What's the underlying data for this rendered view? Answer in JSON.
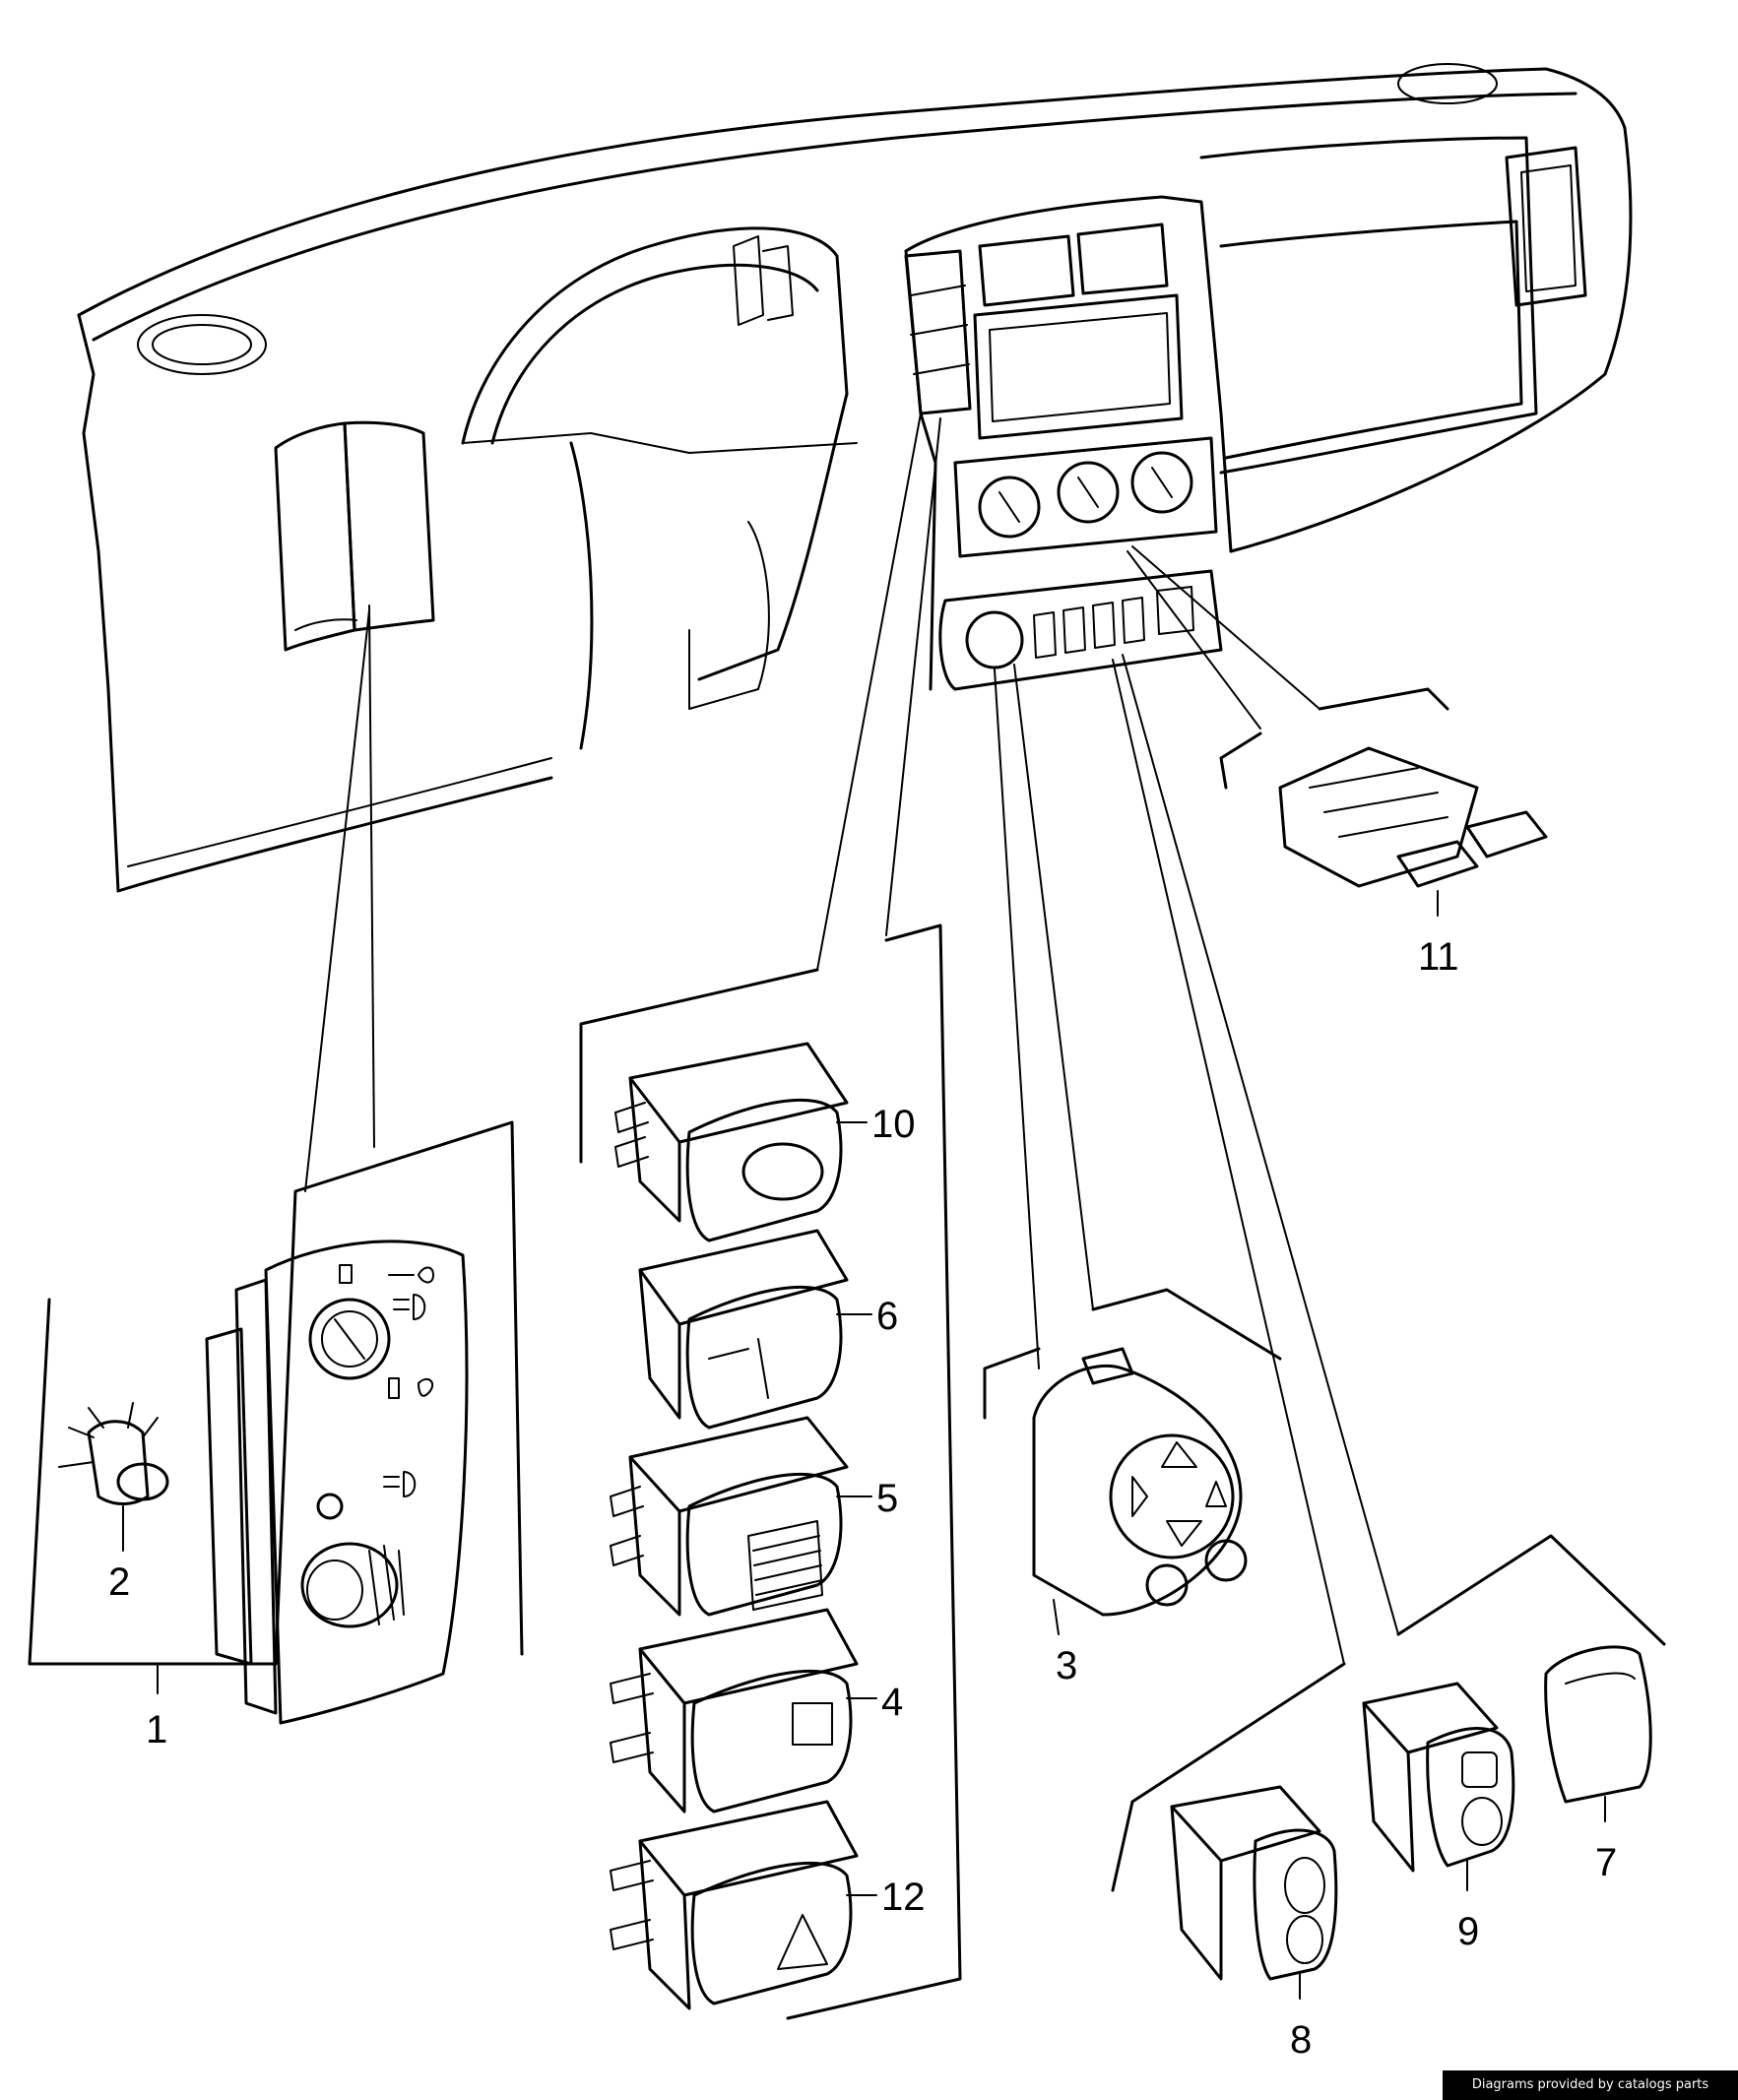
{
  "callouts": [
    {
      "id": "1",
      "text": "1"
    },
    {
      "id": "2",
      "text": "2"
    },
    {
      "id": "3",
      "text": "3"
    },
    {
      "id": "4",
      "text": "4"
    },
    {
      "id": "5",
      "text": "5"
    },
    {
      "id": "6",
      "text": "6"
    },
    {
      "id": "7",
      "text": "7"
    },
    {
      "id": "8",
      "text": "8"
    },
    {
      "id": "9",
      "text": "9"
    },
    {
      "id": "10",
      "text": "10"
    },
    {
      "id": "11",
      "text": "11"
    },
    {
      "id": "12",
      "text": "12"
    }
  ],
  "credit": "Diagrams provided by catalogs parts"
}
